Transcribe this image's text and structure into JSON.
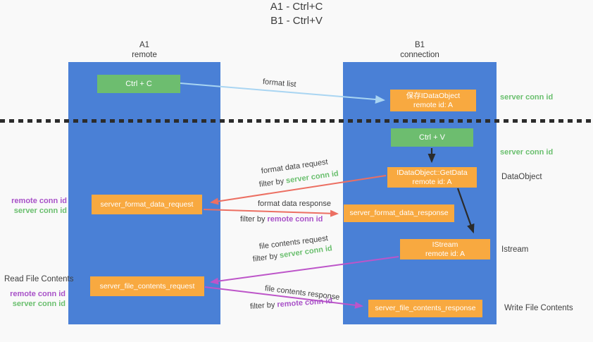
{
  "title": {
    "line1": "A1 - Ctrl+C",
    "line2": "B1 - Ctrl+V"
  },
  "lanes": {
    "left": {
      "id": "A1",
      "role": "remote"
    },
    "right": {
      "id": "B1",
      "role": "connection"
    }
  },
  "nodes": {
    "ctrl_c": {
      "label": "Ctrl + C"
    },
    "ctrl_v": {
      "label": "Ctrl + V"
    },
    "save_dataobject": {
      "line1": "保存IDataObject",
      "line2": "remote id: A"
    },
    "getdata": {
      "line1": "IDataObject::GetData",
      "line2": "remote id: A"
    },
    "istream": {
      "line1": "IStream",
      "line2": "remote id: A"
    },
    "format_request": {
      "label": "server_format_data_request"
    },
    "format_response": {
      "label": "server_format_data_response"
    },
    "file_request": {
      "label": "server_file_contents_request"
    },
    "file_response": {
      "label": "server_file_contents_response"
    }
  },
  "edge_labels": {
    "format_list": "format list",
    "format_data_request": "format data request",
    "format_data_request_filter_prefix": "filter by ",
    "format_data_request_filter_key": "server conn id",
    "format_data_response": "format data response",
    "format_data_response_filter_prefix": "filter by ",
    "format_data_response_filter_key": "remote conn id",
    "file_contents_request": "file contents request",
    "file_contents_request_filter_prefix": "filter by ",
    "file_contents_request_filter_key": "server conn id",
    "file_contents_response": "file contents response",
    "file_contents_response_filter_prefix": "filter by ",
    "file_contents_response_filter_key": "remote conn id"
  },
  "annotations": {
    "right_server_conn_id_1": "server conn id",
    "right_server_conn_id_2": "server conn id",
    "right_dataobject": "DataObject",
    "right_istream": "Istream",
    "right_write_file": "Write File Contents",
    "left_read_file": "Read File Contents",
    "left_mid_remote": "remote conn id",
    "left_mid_server": "server conn id",
    "left_bottom_remote": "remote conn id",
    "left_bottom_server": "server conn id"
  },
  "colors": {
    "background": "#f9f9f9",
    "lane_blue": "#4a80d6",
    "box_green": "#6dbd6f",
    "box_orange": "#f8a940",
    "arrow_light_blue": "#a9d5f2",
    "arrow_red": "#ec6f62",
    "arrow_purple": "#bd55c9",
    "arrow_black": "#2b2b2b",
    "label_green": "#6abf6e",
    "label_purple": "#a851c8",
    "text_dark": "#3f3f3f"
  }
}
